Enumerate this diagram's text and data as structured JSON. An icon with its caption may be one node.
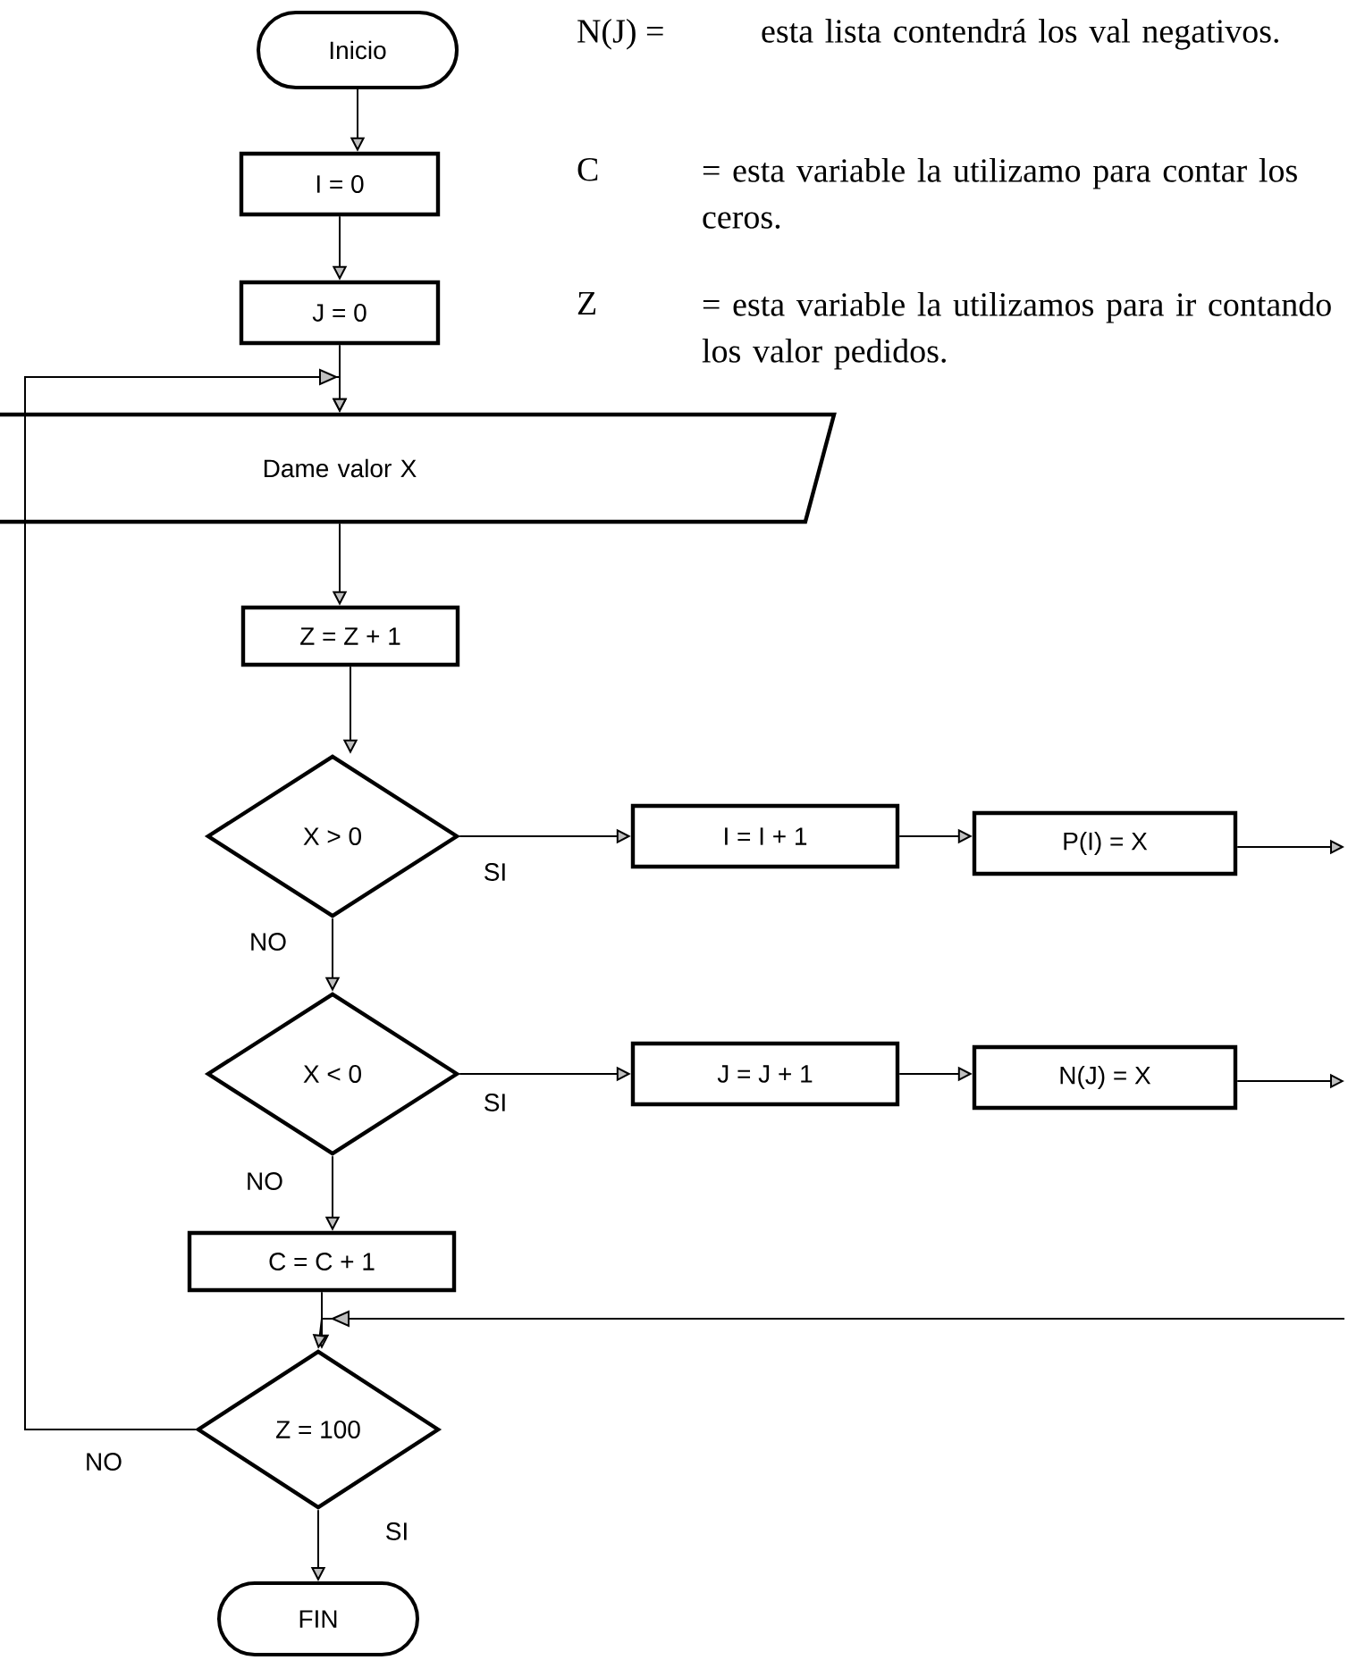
{
  "diagram": {
    "nodes": [
      {
        "text": [
          "Inicio"
        ]
      },
      {
        "text": [
          "I = 0"
        ]
      },
      {
        "text": [
          "J = 0"
        ]
      },
      {
        "text": [
          "Dame valor X"
        ]
      },
      {
        "text": [
          "Z = Z + 1"
        ]
      },
      {
        "text": [
          "X > 0"
        ]
      },
      {
        "text": [
          "I = I + 1"
        ]
      },
      {
        "text": [
          "P(I) = X"
        ]
      },
      {
        "text": [
          "X < 0"
        ]
      },
      {
        "text": [
          "J = J + 1"
        ]
      },
      {
        "text": [
          "N(J) = X"
        ]
      },
      {
        "text": [
          "C = C + 1"
        ]
      },
      {
        "text": [
          "Z = 100"
        ]
      },
      {
        "text": [
          "FIN"
        ]
      }
    ],
    "edges": [
      {
        "from": 0,
        "to": 1,
        "arrow": "to"
      },
      {
        "from": 1,
        "to": 2,
        "arrow": "to"
      },
      {
        "from": 2,
        "to": 3,
        "arrow": "to"
      },
      {
        "from": 3,
        "to": 4,
        "arrow": "to"
      },
      {
        "from": 4,
        "to": 5,
        "arrow": "to"
      },
      {
        "from": 5,
        "to": 6,
        "arrow": "to",
        "label": "SI"
      },
      {
        "from": 6,
        "to": 7,
        "arrow": "to"
      },
      {
        "from": 7,
        "to": null,
        "arrow": "to"
      },
      {
        "from": 5,
        "to": 8,
        "arrow": "to",
        "label": "NO"
      },
      {
        "from": 8,
        "to": 9,
        "arrow": "to",
        "label": "SI"
      },
      {
        "from": 9,
        "to": 10,
        "arrow": "to"
      },
      {
        "from": 10,
        "to": null,
        "arrow": "to"
      },
      {
        "from": 8,
        "to": 11,
        "arrow": "to",
        "label": "NO"
      },
      {
        "from": 11,
        "to": 12,
        "arrow": "to"
      },
      {
        "from": null,
        "to": 12,
        "arrow": "to"
      },
      {
        "from": 12,
        "to": 13,
        "arrow": "to",
        "label": "SI"
      },
      {
        "from": 12,
        "to": 3,
        "arrow": "to",
        "label": "NO"
      }
    ],
    "labels": [
      "N(J) =",
      "esta lista contendrá los val negativos.",
      "C",
      "= esta variable la utilizamo para contar los ceros.",
      "Z",
      "= esta variable la utilizamos para ir contando los valor pedidos."
    ]
  }
}
